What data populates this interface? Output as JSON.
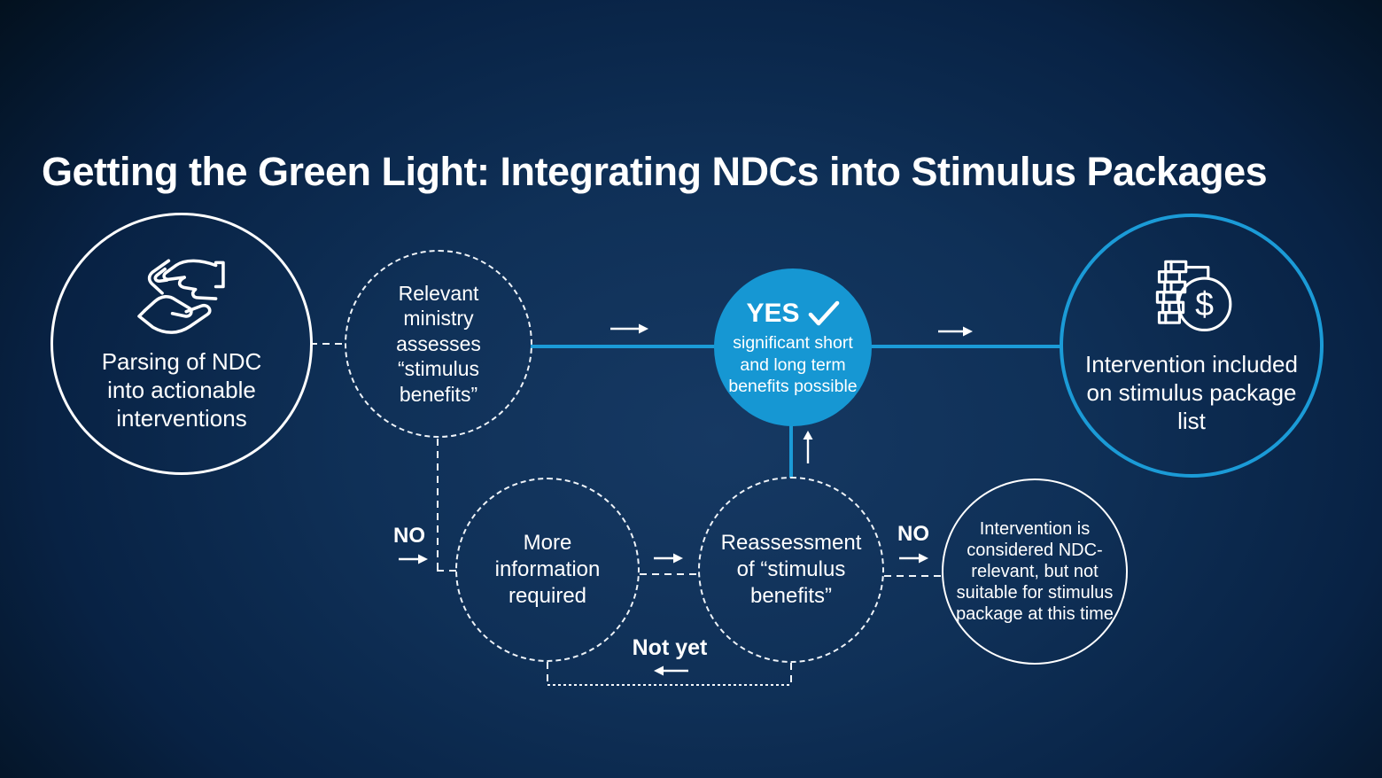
{
  "title": "Getting the Green Light: Integrating NDCs into Stimulus Packages",
  "colors": {
    "accent_blue": "#1b9bd7",
    "yes_fill": "#1697d3",
    "background_center": "#163963",
    "background_edge": "#020b16",
    "text": "#ffffff"
  },
  "nodes": {
    "parsing": {
      "label": "Parsing of NDC into actionable interventions",
      "icon": "hands-exchange-icon",
      "border": "solid-white"
    },
    "ministry": {
      "label": "Relevant ministry assesses “stimulus benefits”",
      "border": "dashed-white"
    },
    "yes": {
      "label": "YES",
      "icon": "check-icon",
      "description": "significant short and long term benefits possible",
      "fill": "#1697d3"
    },
    "included": {
      "label": "Intervention included on stimulus package list",
      "icon": "coins-dollar-icon",
      "currency_symbol": "$",
      "border": "solid-blue"
    },
    "more_info": {
      "label": "More information required",
      "border": "dashed-white"
    },
    "reassessment": {
      "label": "Reassessment of “stimulus benefits”",
      "border": "dashed-white"
    },
    "not_suitable": {
      "label": "Intervention is considered NDC-relevant, but not suitable for stimulus package at this time",
      "border": "solid-white"
    }
  },
  "edge_labels": {
    "no_ministry": "NO",
    "no_reassessment": "NO",
    "not_yet": "Not yet"
  }
}
